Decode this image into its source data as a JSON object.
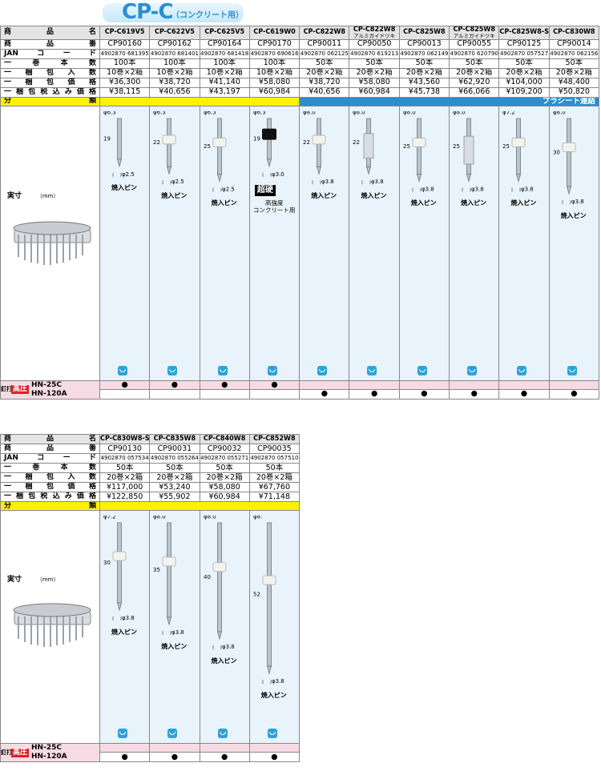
{
  "title": {
    "main": "CP-C",
    "sub": "（コンクリート用）"
  },
  "row_labels": {
    "name": "商品名",
    "code": "商品番",
    "jan": "JANコード",
    "per_roll": "一巻本数",
    "pack_qty": "一梱包入数",
    "pack_price": "一梱包価格",
    "pack_price_tax": "一梱包税込み価格",
    "category": "分類",
    "dimension": "実寸",
    "dimension_unit": "（mm）",
    "machine_group": "釘打機",
    "pressure": "高圧",
    "machine_1": "HN-25C",
    "machine_2": "HN-120A"
  },
  "plastic_sheet_label": "プラシート連結",
  "pin_caption": "焼入ピン",
  "superhard_badge": "超硬",
  "superhard_note": "高強度\nコンクリート用",
  "table1": {
    "columns": [
      {
        "name": "CP-C619V5",
        "sub": "",
        "code": "CP90160",
        "jan": "4902870 681395",
        "per_roll": "100本",
        "pack_qty": "10巻×2箱",
        "pack_price": "¥36,300",
        "pack_price_tax": "¥38,115",
        "hn25c": "●",
        "hn120a": "",
        "shank_len": "19",
        "head_d": "φ6.3",
        "tip_d": "φ2.5"
      },
      {
        "name": "CP-C622V5",
        "sub": "",
        "code": "CP90162",
        "jan": "4902870 681401",
        "per_roll": "100本",
        "pack_qty": "10巻×2箱",
        "pack_price": "¥38,720",
        "pack_price_tax": "¥40,656",
        "hn25c": "●",
        "hn120a": "",
        "shank_len": "22",
        "head_d": "φ6.3",
        "tip_d": "φ2.5"
      },
      {
        "name": "CP-C625V5",
        "sub": "",
        "code": "CP90164",
        "jan": "4902870 681418",
        "per_roll": "100本",
        "pack_qty": "10巻×2箱",
        "pack_price": "¥41,140",
        "pack_price_tax": "¥43,197",
        "hn25c": "●",
        "hn120a": "",
        "shank_len": "25",
        "head_d": "φ6.3",
        "tip_d": "φ2.5"
      },
      {
        "name": "CP-C619W0",
        "sub": "",
        "code": "CP90170",
        "jan": "4902870 690616",
        "per_roll": "100本",
        "pack_qty": "10巻×2箱",
        "pack_price": "¥58,080",
        "pack_price_tax": "¥60,984",
        "hn25c": "●",
        "hn120a": "",
        "shank_len": "19",
        "head_d": "φ6.3",
        "tip_d": "φ3.0"
      },
      {
        "name": "CP-C822W8",
        "sub": "",
        "code": "CP90011",
        "jan": "4902870 062125",
        "per_roll": "50本",
        "pack_qty": "20巻×2箱",
        "pack_price": "¥38,720",
        "pack_price_tax": "¥40,656",
        "hn25c": "",
        "hn120a": "●",
        "shank_len": "22",
        "head_d": "φ8.0",
        "tip_d": "φ3.8"
      },
      {
        "name": "CP-C822W8",
        "sub": "アルミガイドツキ",
        "code": "CP90050",
        "jan": "4902870 619213",
        "per_roll": "50本",
        "pack_qty": "20巻×2箱",
        "pack_price": "¥58,080",
        "pack_price_tax": "¥60,984",
        "hn25c": "",
        "hn120a": "●",
        "shank_len": "22",
        "head_d": "φ8.0",
        "tip_d": "φ3.8"
      },
      {
        "name": "CP-C825W8",
        "sub": "",
        "code": "CP90013",
        "jan": "4902870 062149",
        "per_roll": "50本",
        "pack_qty": "20巻×2箱",
        "pack_price": "¥43,560",
        "pack_price_tax": "¥45,738",
        "hn25c": "",
        "hn120a": "●",
        "shank_len": "25",
        "head_d": "φ8.0",
        "tip_d": "φ3.8"
      },
      {
        "name": "CP-C825W8",
        "sub": "アルミガイドツキ",
        "code": "CP90055",
        "jan": "4902870 620790",
        "per_roll": "50本",
        "pack_qty": "20巻×2箱",
        "pack_price": "¥62,920",
        "pack_price_tax": "¥66,066",
        "hn25c": "",
        "hn120a": "●",
        "shank_len": "25",
        "head_d": "φ8.0",
        "tip_d": "φ3.8"
      },
      {
        "name": "CP-C825W8-S",
        "sub": "",
        "code": "CP90125",
        "jan": "4902870 057527",
        "per_roll": "50本",
        "pack_qty": "20巻×2箱",
        "pack_price": "¥104,000",
        "pack_price_tax": "¥109,200",
        "hn25c": "",
        "hn120a": "●",
        "shank_len": "25",
        "head_d": "φ7.2",
        "tip_d": "φ3.8"
      },
      {
        "name": "CP-C830W8",
        "sub": "",
        "code": "CP90014",
        "jan": "4902870 062156",
        "per_roll": "50本",
        "pack_qty": "20巻×2箱",
        "pack_price": "¥48,400",
        "pack_price_tax": "¥50,820",
        "hn25c": "",
        "hn120a": "●",
        "shank_len": "30",
        "head_d": "φ8.0",
        "tip_d": "φ3.8"
      }
    ]
  },
  "table2": {
    "columns": [
      {
        "name": "CP-C830W8-S",
        "code": "CP90130",
        "jan": "4902870 057534",
        "per_roll": "50本",
        "pack_qty": "20巻×2箱",
        "pack_price": "¥117,000",
        "pack_price_tax": "¥122,850",
        "hn25c": "",
        "hn120a": "●",
        "shank_len": "30",
        "head_d": "φ7.2",
        "tip_d": "φ3.8"
      },
      {
        "name": "CP-C835W8",
        "code": "CP90031",
        "jan": "4902870 055264",
        "per_roll": "50本",
        "pack_qty": "20巻×2箱",
        "pack_price": "¥53,240",
        "pack_price_tax": "¥55,902",
        "hn25c": "",
        "hn120a": "●",
        "shank_len": "35",
        "head_d": "φ8.0",
        "tip_d": "φ3.8"
      },
      {
        "name": "CP-C840W8",
        "code": "CP90032",
        "jan": "4902870 055271",
        "per_roll": "50本",
        "pack_qty": "20巻×2箱",
        "pack_price": "¥58,080",
        "pack_price_tax": "¥60,984",
        "hn25c": "",
        "hn120a": "●",
        "shank_len": "40",
        "head_d": "φ8.0",
        "tip_d": "φ3.8"
      },
      {
        "name": "CP-C852W8",
        "code": "CP90035",
        "jan": "4902870 057510",
        "per_roll": "50本",
        "pack_qty": "20巻×2箱",
        "pack_price": "¥67,760",
        "pack_price_tax": "¥71,148",
        "hn25c": "",
        "hn120a": "●",
        "shank_len": "52",
        "head_d": "φ8.",
        "tip_d": "φ3.8"
      }
    ]
  },
  "colors": {
    "brand_blue": "#2a8fd0",
    "category_yellow": "#fff200",
    "figure_bg": "#e9f3fb",
    "machine_row_pink": "#f7dbe4",
    "pressure_red": "#e31e24"
  }
}
